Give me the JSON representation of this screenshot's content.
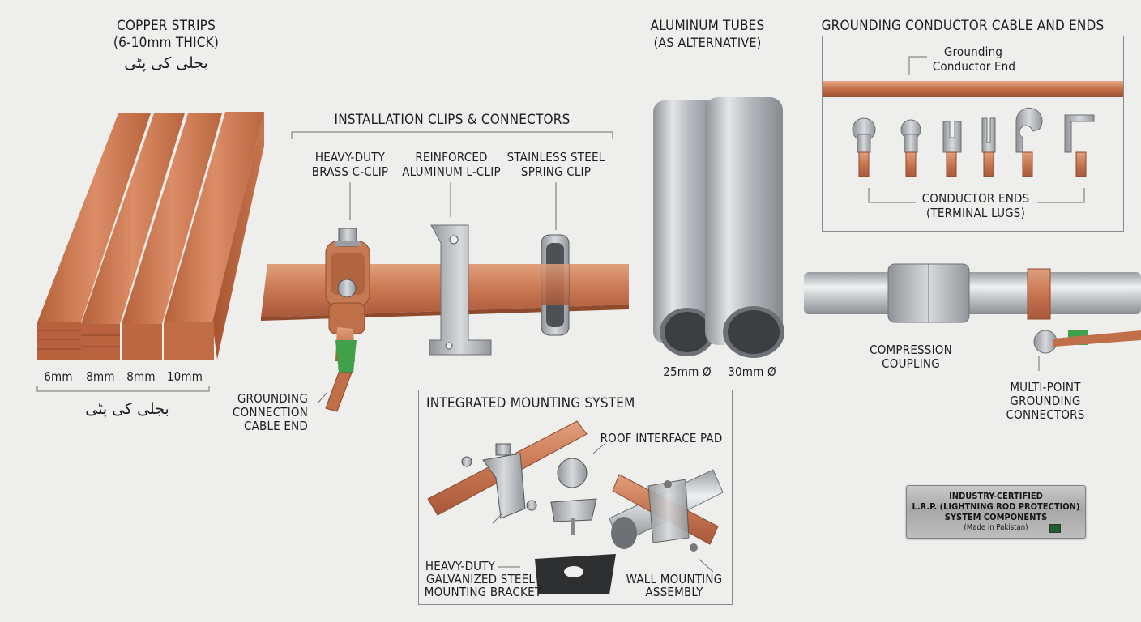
{
  "copper": {
    "title": "COPPER STRIPS",
    "thickness": "(6-10mm THICK)",
    "urdu_top": "بجلی کی پٹی",
    "urdu_bottom": "بجلی کی پٹی",
    "sizes": [
      "6mm",
      "8mm",
      "8mm",
      "10mm"
    ]
  },
  "clips": {
    "title": "INSTALLATION CLIPS & CONNECTORS",
    "brass_line1": "HEAVY-DUTY",
    "brass_line2": "BRASS C-CLIP",
    "al_line1": "REINFORCED",
    "al_line2": "ALUMINUM L-CLIP",
    "ss_line1": "STAINLESS STEEL",
    "ss_line2": "SPRING CLIP",
    "cable_line1": "GROUNDING",
    "cable_line2": "CONNECTION",
    "cable_line3": "CABLE END"
  },
  "tubes": {
    "title_line1": "ALUMINUM TUBES",
    "title_line2": "(AS ALTERNATIVE)",
    "size_small": "25mm Ø",
    "size_large": "30mm Ø"
  },
  "grounding": {
    "title": "GROUNDING CONDUCTOR CABLE AND ENDS",
    "end_line1": "Grounding",
    "end_line2": "Conductor End",
    "lugs_line1": "CONDUCTOR ENDS",
    "lugs_line2": "(TERMINAL LUGS)",
    "coupling_line1": "COMPRESSION",
    "coupling_line2": "COUPLING",
    "multi_line1": "MULTI-POINT",
    "multi_line2": "GROUNDING",
    "multi_line3": "CONNECTORS"
  },
  "mounting": {
    "title": "INTEGRATED MOUNTING SYSTEM",
    "roof_pad": "ROOF INTERFACE PAD",
    "bracket_line1": "HEAVY-DUTY",
    "bracket_line2": "GALVANIZED STEEL",
    "bracket_line3": "MOUNTING BRACKET",
    "wall_line1": "WALL MOUNTING",
    "wall_line2": "ASSEMBLY"
  },
  "plate": {
    "line1": "INDUSTRY-CERTIFIED",
    "line2": "L.R.P. (LIGHTNING ROD PROTECTION)",
    "line3": "SYSTEM COMPONENTS",
    "line4": "(Made in Pakistan)"
  },
  "colors": {
    "copper": "#c8704a",
    "aluminum": "#c4c7ca",
    "background": "#eeeeec",
    "green_sleeve": "#3fa14a"
  }
}
